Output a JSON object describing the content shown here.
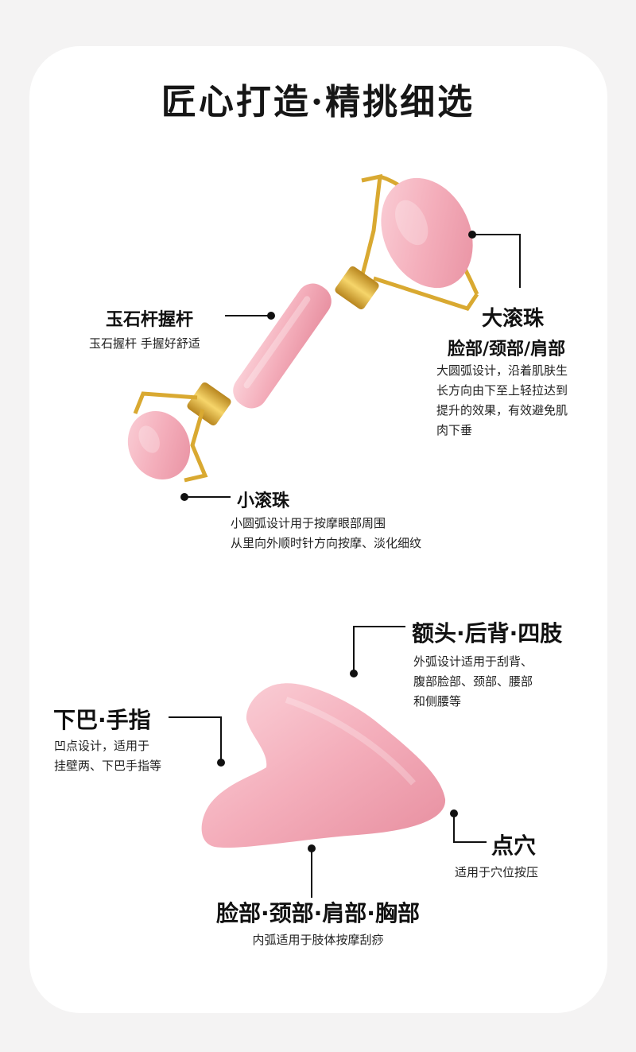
{
  "title": "匠心打造·精挑细选",
  "roller": {
    "handle": {
      "title": "玉石杆握杆",
      "desc": "玉石握杆  手握好舒适"
    },
    "big": {
      "title": "大滚珠",
      "subtitle": "脸部/颈部/肩部",
      "desc": [
        "大圆弧设计，沿着肌肤生",
        "长方向由下至上轻拉达到",
        "提升的效果，有效避免肌",
        "肉下垂"
      ]
    },
    "small": {
      "title": "小滚珠",
      "desc": [
        "小圆弧设计用于按摩眼部周围",
        "从里向外顺时针方向按摩、淡化细纹"
      ]
    }
  },
  "guasha": {
    "forehead": {
      "title": "额头·后背·四肢",
      "desc": [
        "外弧设计适用于刮背、",
        "腹部脸部、颈部、腰部",
        "和侧腰等"
      ]
    },
    "chin": {
      "title": "下巴·手指",
      "desc": [
        "凹点设计，适用于",
        "挂壁两、下巴手指等"
      ]
    },
    "point": {
      "title": "点穴",
      "desc": "适用于穴位按压"
    },
    "face": {
      "title": "脸部·颈部·肩部·胸部",
      "desc": "内弧适用于肢体按摩刮痧"
    }
  },
  "colors": {
    "jade": "#f2a9b5",
    "gold": "#e1b43c",
    "bg": "#f4f3f3",
    "card": "#ffffff"
  }
}
